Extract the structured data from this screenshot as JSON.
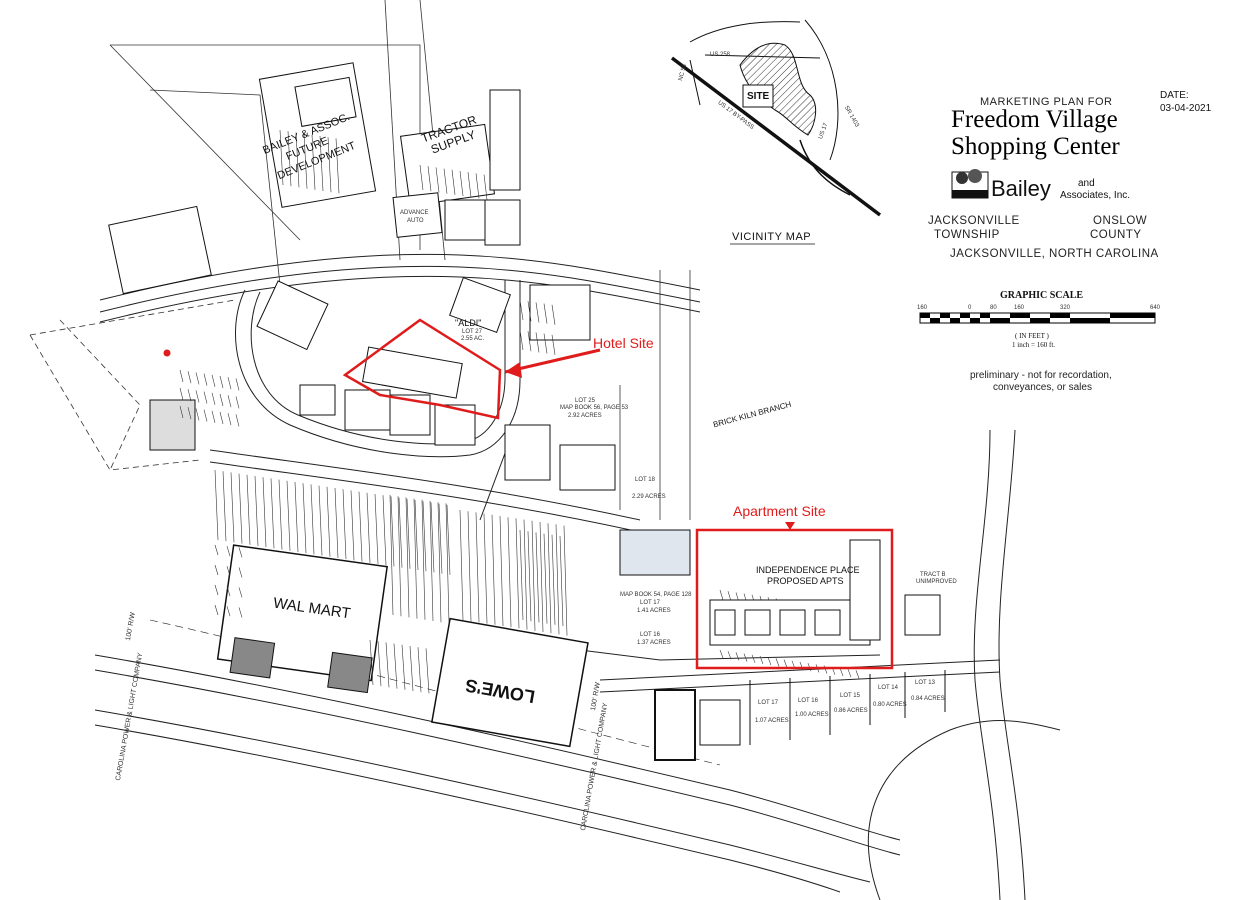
{
  "title_block": {
    "marketing_line": "MARKETING PLAN FOR",
    "name_line1": "Freedom Village",
    "name_line2": "Shopping Center",
    "firm_name": "Bailey",
    "firm_suffix1": "and",
    "firm_suffix2": "Associates, Inc.",
    "township_line1": "JACKSONVILLE",
    "township_line2": "TOWNSHIP",
    "county_line1": "ONSLOW",
    "county_line2": "COUNTY",
    "city": "JACKSONVILLE, NORTH CAROLINA",
    "date_label": "DATE:",
    "date_value": "03-04-2021"
  },
  "scale": {
    "title": "GRAPHIC SCALE",
    "ticks": [
      "160",
      "0",
      "80",
      "160",
      "320",
      "640"
    ],
    "units": "( IN FEET )",
    "ratio": "1 inch = 160 ft."
  },
  "disclaimer": {
    "line1": "preliminary - not for recordation,",
    "line2": "conveyances, or sales"
  },
  "vicinity": {
    "title": "VICINITY MAP",
    "site": "SITE",
    "roads": [
      "US 258",
      "NC 53",
      "US 17 BY-PASS",
      "SR 1403",
      "US 17"
    ]
  },
  "highlights": {
    "hotel": "Hotel Site",
    "apartment": "Apartment Site"
  },
  "labels": {
    "walmart": "WAL MART",
    "lowes": "LOWE'S",
    "aldi": "\"ALDI\"",
    "aldi_lot": "LOT 27",
    "aldi_acres": "2.55 AC.",
    "tractor1": "TRACTOR",
    "tractor2": "SUPPLY",
    "bailey1": "BAILEY & ASSOC.",
    "bailey2": "FUTURE",
    "bailey3": "DEVELOPMENT",
    "advance1": "ADVANCE",
    "advance2": "AUTO",
    "brick_kiln": "BRICK KILN BRANCH",
    "independence1": "INDEPENDENCE PLACE",
    "independence2": "PROPOSED APTS",
    "lot25": "LOT 25",
    "lot25_book": "MAP BOOK 56, PAGE 53",
    "lot25_acres": "2.92 ACRES",
    "lot18": "LOT 18",
    "lot18_acres": "2.29 ACRES",
    "lot17": "LOT 17",
    "lot17_acres": "1.41 ACRES",
    "lot16": "LOT 16",
    "lot16_acres": "1.37 ACRES",
    "mapbook": "MAP BOOK 54, PAGE 128",
    "tract": "TRACT B",
    "unimproved": "UNIMPROVED",
    "lots_south": [
      "LOT 17",
      "LOT 16",
      "LOT 15",
      "LOT 14",
      "LOT 13"
    ],
    "lots_south_acres": [
      "1.07 ACRES",
      "1.00 ACRES",
      "0.86 ACRES",
      "0.80 ACRES",
      "0.84 ACRES"
    ],
    "cpl1": "CAROLINA POWER & LIGHT COMPANY",
    "row": "100' R/W"
  },
  "colors": {
    "highlight": "#e01b1b",
    "line": "#222222",
    "parking": "#333333"
  }
}
